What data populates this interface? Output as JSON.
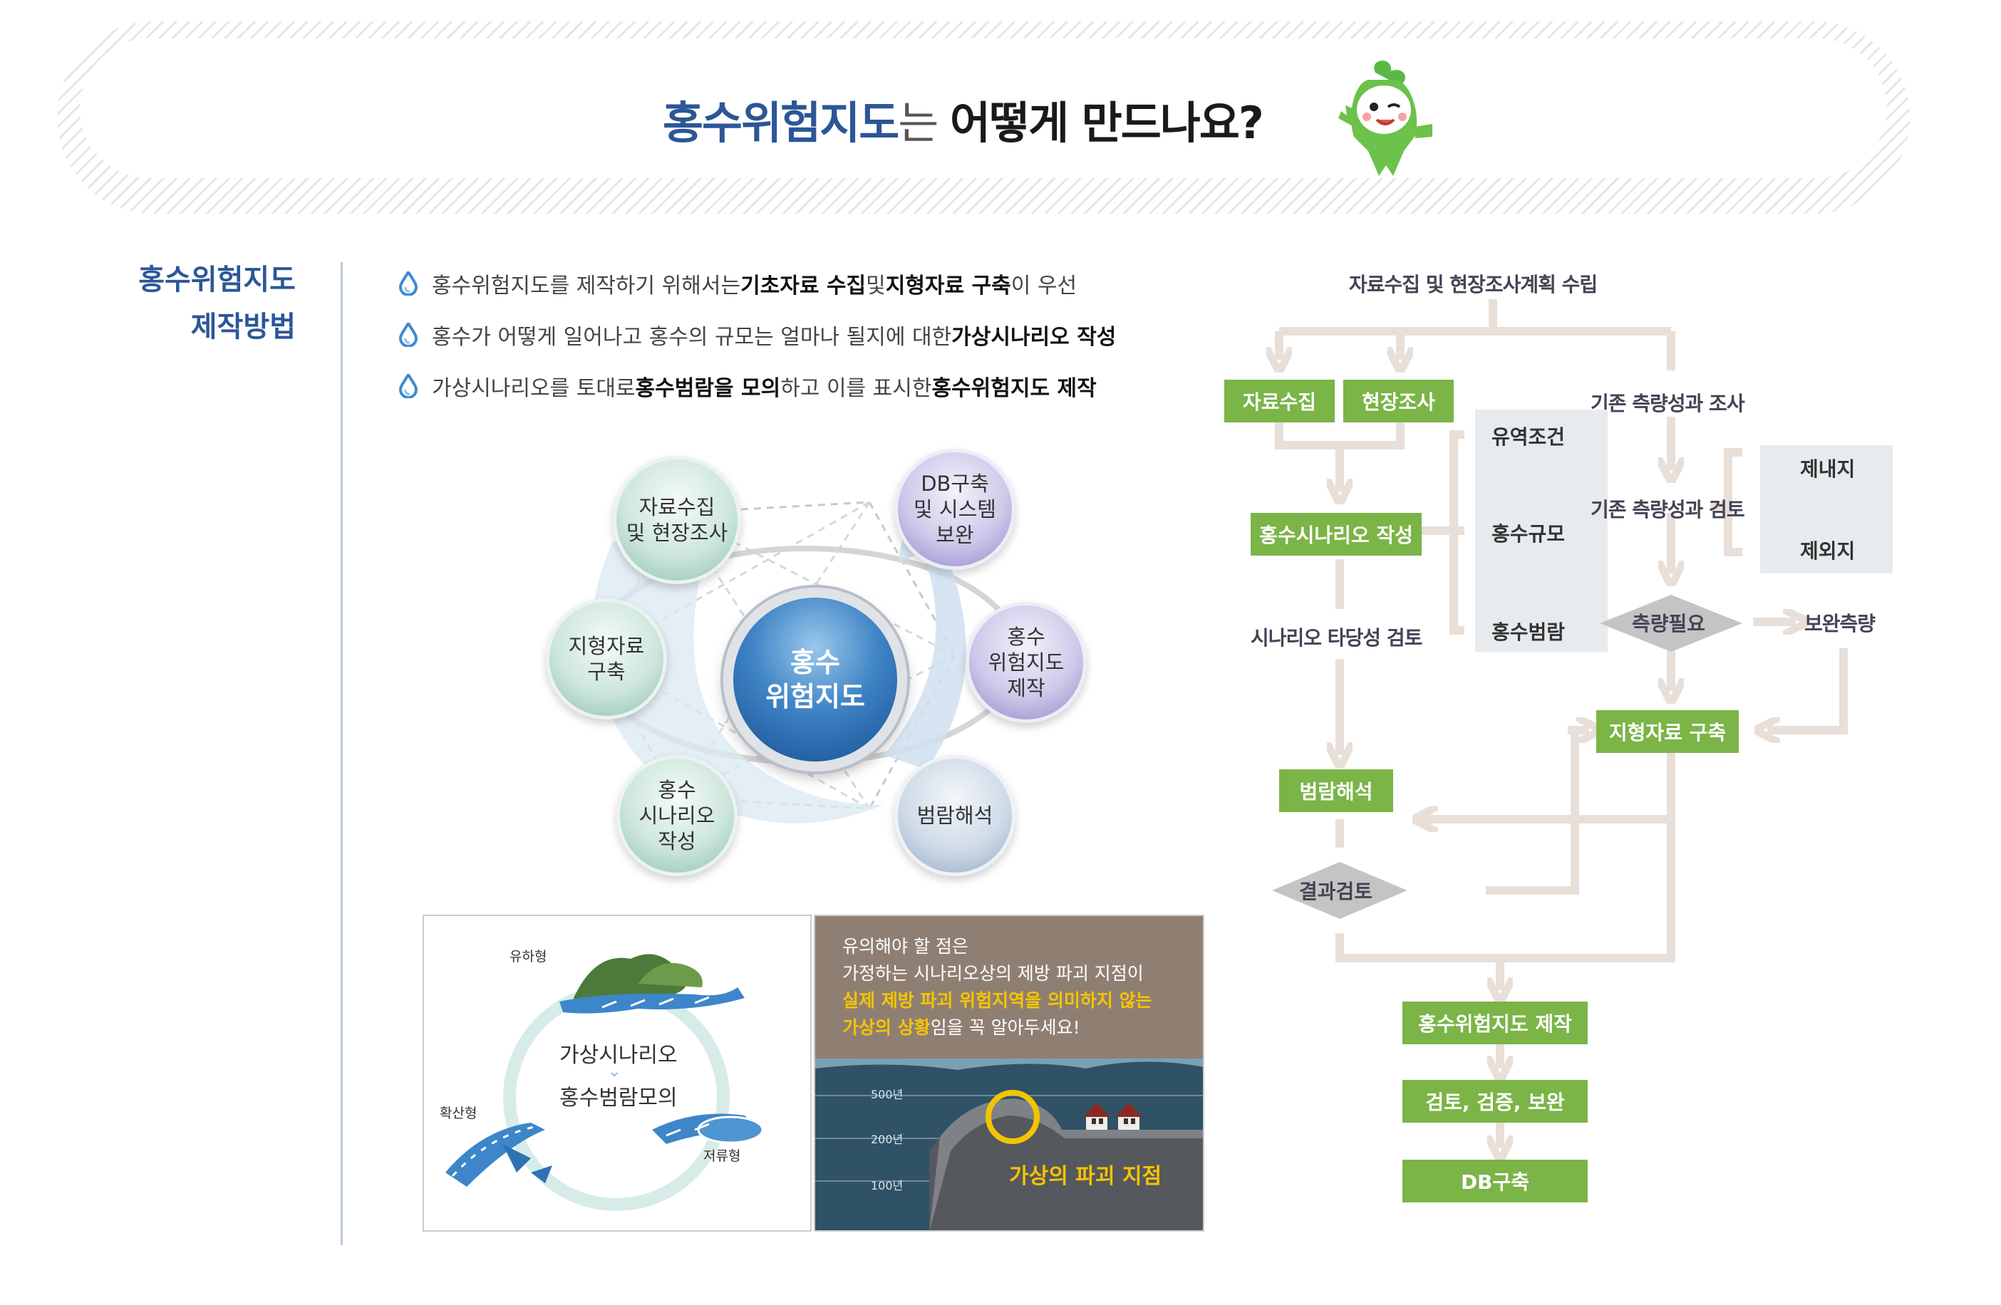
{
  "header": {
    "title_part1": "홍수위험지도",
    "title_part2": "는 ",
    "title_part3": "어떻게 만드나요?"
  },
  "section": {
    "title_line1": "홍수위험지도",
    "title_line2": "제작방법"
  },
  "bullets": [
    {
      "pre": "홍수위험지도를 제작하기 위해서는 ",
      "b1": "기초자료 수집",
      "mid": " 및 ",
      "b2": "지형자료 구축",
      "post": "이 우선"
    },
    {
      "pre": "홍수가 어떻게 일어나고 홍수의 규모는 얼마나 될지에 대한 ",
      "b1": "가상시나리오 작성"
    },
    {
      "pre": "가상시나리오를 토대로 ",
      "b1": "홍수범람을 모의",
      "mid": "하고 이를 표시한 ",
      "b2": "홍수위험지도 제작"
    }
  ],
  "cycle": {
    "center": "홍수\n위험지도",
    "nodes": [
      {
        "label": "자료수집\n및 현장조사"
      },
      {
        "label": "DB구축\n및 시스템\n보완"
      },
      {
        "label": "지형자료\n구축"
      },
      {
        "label": "홍수\n위험지도\n제작"
      },
      {
        "label": "홍수\n시나리오\n작성"
      },
      {
        "label": "범람해석"
      }
    ]
  },
  "panel_a": {
    "center_top": "가상시나리오",
    "center_bottom": "홍수범람모의",
    "label_top": "유하형",
    "label_left": "확산형",
    "label_right": "저류형"
  },
  "panel_b": {
    "note_line1": "유의해야 할 점은",
    "note_line2": "가정하는 시나리오상의 제방 파괴 지점이",
    "note_hl1": "실제 제방 파괴 위험지역을 의미하지 않는",
    "note_hl2": "가상의 상황",
    "note_tail": "임을 꼭 알아두세요!",
    "years": [
      "500년",
      "200년",
      "100년"
    ],
    "break_label": "가상의 파괴 지점"
  },
  "flowchart": {
    "top": "자료수집 및 현장조사계획 수립",
    "data_collect": "자료수집",
    "field_survey": "현장조사",
    "existing_survey": "기존 측량성과 조사",
    "basin": "유역조건",
    "scale": "홍수규모",
    "flood": "홍수범람",
    "existing_review": "기존 측량성과 검토",
    "inner": "제내지",
    "outer": "제외지",
    "scenario": "홍수시나리오 작성",
    "validity": "시나리오 타당성 검토",
    "need": "측량필요",
    "supplement": "보완측량",
    "terrain": "지형자료 구축",
    "inundation": "범람해석",
    "result": "결과검토",
    "map": "홍수위험지도 제작",
    "verify": "검토, 검증, 보완",
    "db": "DB구축"
  },
  "colors": {
    "title_blue": "#2c5697",
    "flow_green": "#7bb447",
    "flow_line": "#e8dfd8"
  }
}
